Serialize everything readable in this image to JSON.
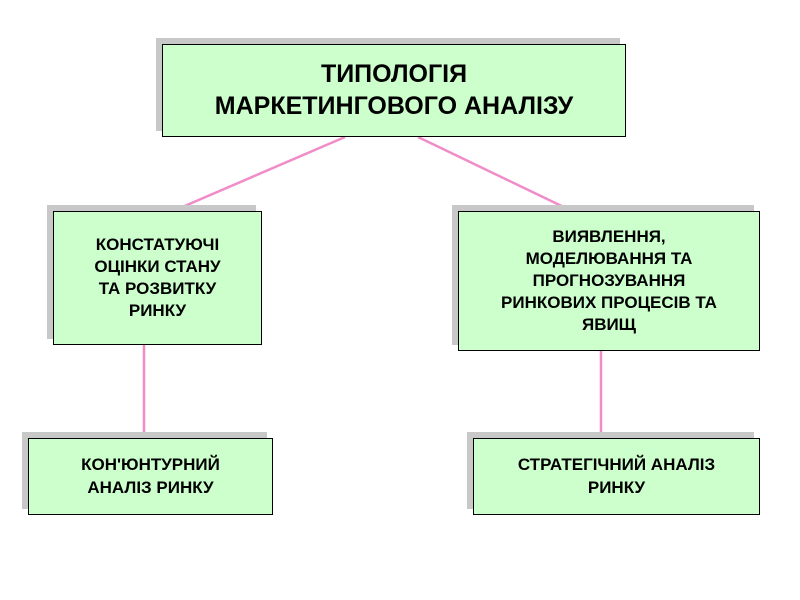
{
  "diagram": {
    "root": {
      "line1": "ТИПОЛОГІЯ",
      "line2": "МАРКЕТИНГОВОГО  АНАЛІЗУ"
    },
    "left_mid": {
      "line1": "КОНСТАТУЮЧІ",
      "line2": "ОЦІНКИ СТАНУ",
      "line3": "ТА РОЗВИТКУ",
      "line4": "РИНКУ"
    },
    "right_mid": {
      "line1": "ВИЯВЛЕННЯ,",
      "line2": "МОДЕЛЮВАННЯ ТА",
      "line3": "ПРОГНОЗУВАННЯ",
      "line4": "РИНКОВИХ ПРОЦЕСІВ ТА",
      "line5": "ЯВИЩ"
    },
    "left_bottom": {
      "line1": "КОН'ЮНТУРНИЙ",
      "line2": "АНАЛІЗ  РИНКУ"
    },
    "right_bottom": {
      "line1": "СТРАТЕГІЧНИЙ АНАЛІЗ",
      "line2": "РИНКУ"
    },
    "colors": {
      "box_fill": "#ccffcc",
      "box_border": "#000000",
      "shadow": "#c8c8c8",
      "connector": "#f08cc8"
    }
  }
}
